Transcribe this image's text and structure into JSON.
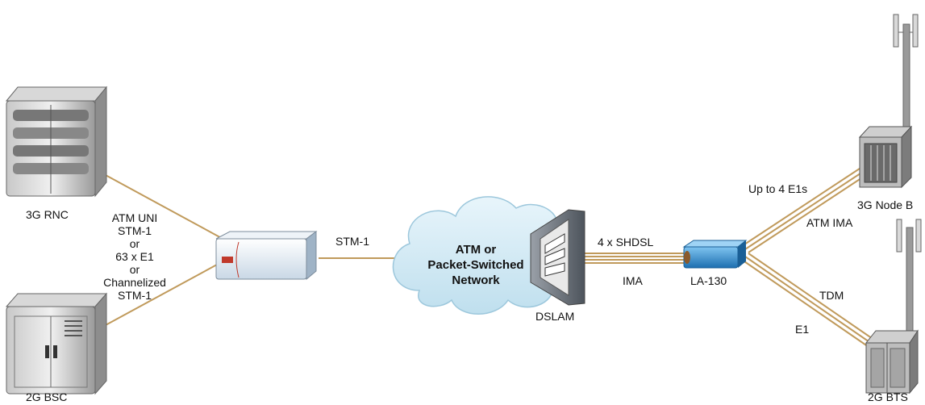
{
  "nodes": {
    "rnc": "3G RNC",
    "bsc": "2G BSC",
    "cloud_line1": "ATM or",
    "cloud_line2": "Packet-Switched",
    "cloud_line3": "Network",
    "dslam": "DSLAM",
    "la130": "LA-130",
    "nodeb": "3G Node B",
    "bts": "2G BTS"
  },
  "links": {
    "rnc_interface": [
      "ATM UNI",
      "STM-1",
      "or",
      "63 x E1",
      "or",
      "Channelized",
      "STM-1"
    ],
    "stm1": "STM-1",
    "shdsl": "4 x SHDSL",
    "ima": "IMA",
    "up_to_e1s": "Up to 4 E1s",
    "atm_ima": "ATM IMA",
    "tdm": "TDM",
    "e1": "E1"
  },
  "colors": {
    "link": "#c09a5b",
    "cloud": "#d6ecf5",
    "la130": "#2e8fd1",
    "server": "#8a8a8a"
  }
}
